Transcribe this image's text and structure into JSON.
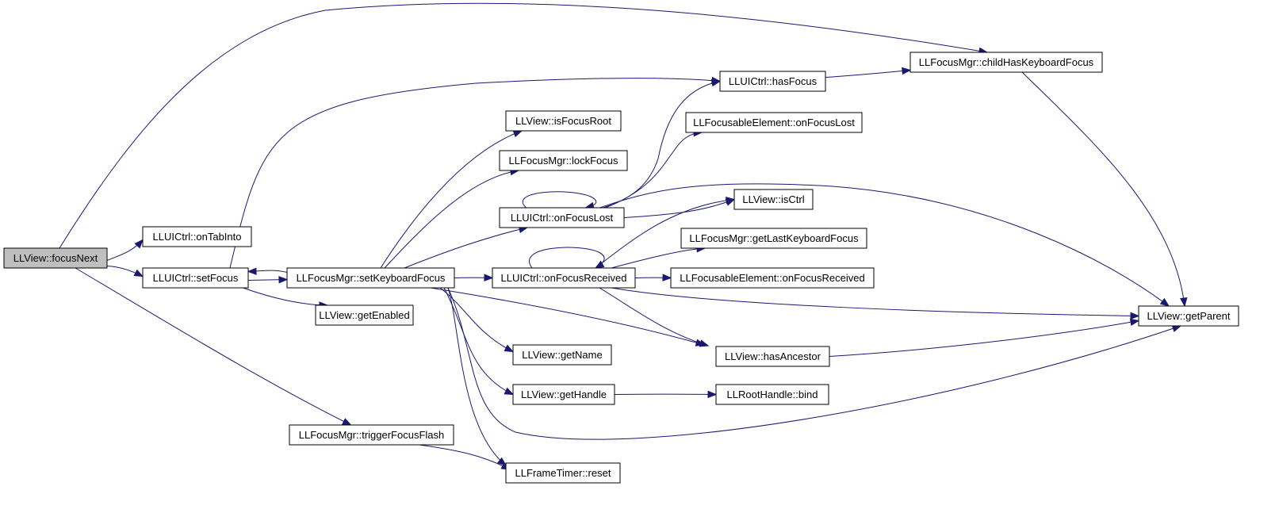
{
  "graph": {
    "nodes": [
      {
        "id": "n0",
        "label": "LLView::focusNext",
        "root": true
      },
      {
        "id": "n1",
        "label": "LLUICtrl::onTabInto"
      },
      {
        "id": "n2",
        "label": "LLUICtrl::setFocus"
      },
      {
        "id": "n3",
        "label": "LLFocusMgr::triggerFocusFlash"
      },
      {
        "id": "n4",
        "label": "LLFocusMgr::setKeyboardFocus"
      },
      {
        "id": "n5",
        "label": "LLView::getEnabled"
      },
      {
        "id": "n6",
        "label": "LLView::isFocusRoot"
      },
      {
        "id": "n7",
        "label": "LLFocusMgr::lockFocus"
      },
      {
        "id": "n8",
        "label": "LLUICtrl::onFocusLost"
      },
      {
        "id": "n9",
        "label": "LLUICtrl::onFocusReceived"
      },
      {
        "id": "n10",
        "label": "LLView::getName"
      },
      {
        "id": "n11",
        "label": "LLView::getHandle"
      },
      {
        "id": "n12",
        "label": "LLFrameTimer::reset"
      },
      {
        "id": "n13",
        "label": "LLUICtrl::hasFocus"
      },
      {
        "id": "n14",
        "label": "LLFocusableElement::onFocusLost"
      },
      {
        "id": "n15",
        "label": "LLView::isCtrl"
      },
      {
        "id": "n16",
        "label": "LLFocusMgr::getLastKeyboardFocus"
      },
      {
        "id": "n17",
        "label": "LLFocusableElement::onFocusReceived"
      },
      {
        "id": "n18",
        "label": "LLView::hasAncestor"
      },
      {
        "id": "n19",
        "label": "LLRootHandle::bind"
      },
      {
        "id": "n20",
        "label": "LLFocusMgr::childHasKeyboardFocus"
      },
      {
        "id": "n21",
        "label": "LLView::getParent"
      }
    ],
    "edges": [
      {
        "from": "n0",
        "to": "n1"
      },
      {
        "from": "n0",
        "to": "n2"
      },
      {
        "from": "n0",
        "to": "n3"
      },
      {
        "from": "n0",
        "to": "n20"
      },
      {
        "from": "n2",
        "to": "n4"
      },
      {
        "from": "n2",
        "to": "n5"
      },
      {
        "from": "n2",
        "to": "n13"
      },
      {
        "from": "n3",
        "to": "n12"
      },
      {
        "from": "n4",
        "to": "n2"
      },
      {
        "from": "n4",
        "to": "n6"
      },
      {
        "from": "n4",
        "to": "n7"
      },
      {
        "from": "n4",
        "to": "n8"
      },
      {
        "from": "n4",
        "to": "n9"
      },
      {
        "from": "n4",
        "to": "n10"
      },
      {
        "from": "n4",
        "to": "n11"
      },
      {
        "from": "n4",
        "to": "n12"
      },
      {
        "from": "n4",
        "to": "n18"
      },
      {
        "from": "n4",
        "to": "n21"
      },
      {
        "from": "n8",
        "to": "n8"
      },
      {
        "from": "n8",
        "to": "n13"
      },
      {
        "from": "n8",
        "to": "n14"
      },
      {
        "from": "n8",
        "to": "n15"
      },
      {
        "from": "n8",
        "to": "n21"
      },
      {
        "from": "n9",
        "to": "n9"
      },
      {
        "from": "n9",
        "to": "n15"
      },
      {
        "from": "n9",
        "to": "n16"
      },
      {
        "from": "n9",
        "to": "n17"
      },
      {
        "from": "n9",
        "to": "n18"
      },
      {
        "from": "n9",
        "to": "n21"
      },
      {
        "from": "n11",
        "to": "n19"
      },
      {
        "from": "n13",
        "to": "n20"
      },
      {
        "from": "n18",
        "to": "n21"
      },
      {
        "from": "n20",
        "to": "n21"
      }
    ]
  }
}
